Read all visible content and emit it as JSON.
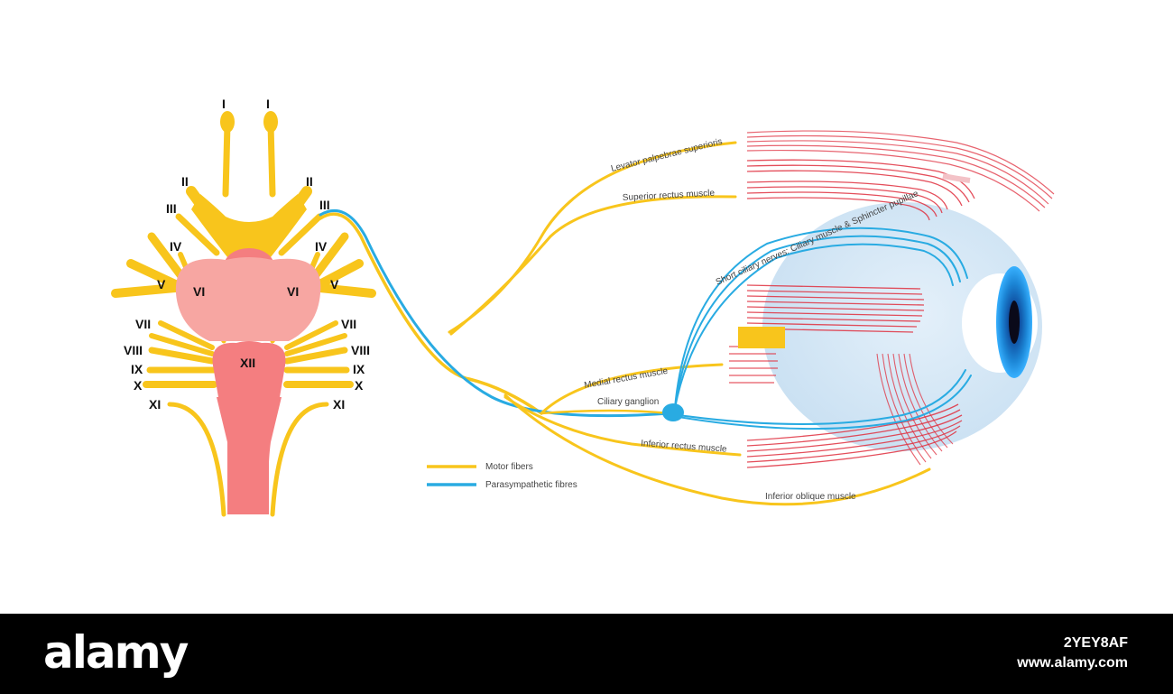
{
  "colors": {
    "motor": "#f8c51c",
    "parasympathetic": "#29abe2",
    "brainstem": "#f7a6a2",
    "muscle": "#e0303f",
    "eyeball": "#d6e9f7",
    "iris": "#1c86d6"
  },
  "brainstem_labels": {
    "n1": "I",
    "n2": "II",
    "n3": "III",
    "n4": "IV",
    "n5": "V",
    "n6": "VI",
    "n7": "VII",
    "n8": "VIII",
    "n9": "IX",
    "n10": "X",
    "n11": "XI",
    "n12": "XII"
  },
  "labels": {
    "levator": "Levator palpebrae superioris",
    "superior_rectus": "Superior rectus muscle",
    "short_ciliary": "Short ciliary nerves: Ciliary muscle & Sphincter pupillae",
    "medial_rectus": "Medial rectus muscle",
    "ciliary_ganglion": "Ciliary ganglion",
    "inferior_rectus": "Inferior rectus muscle",
    "inferior_oblique": "Inferior oblique muscle"
  },
  "legend": {
    "motor": "Motor fibers",
    "parasympathetic": "Parasympathetic fibres"
  },
  "footer": {
    "logo": "alamy",
    "image_id": "2YEY8AF",
    "url": "www.alamy.com"
  }
}
